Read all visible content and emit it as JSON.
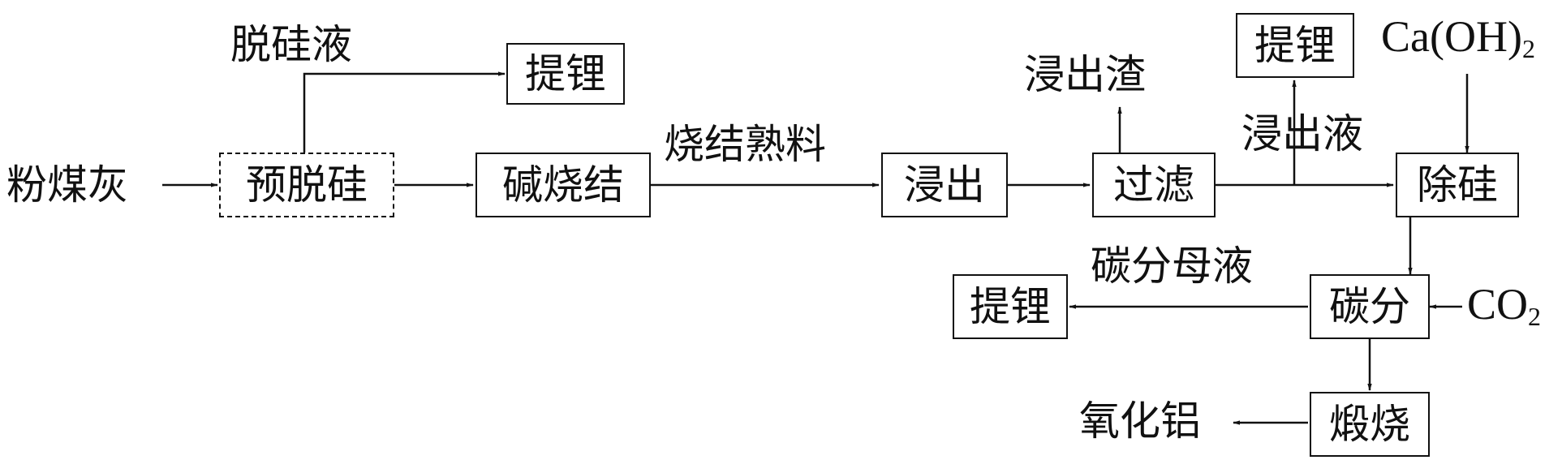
{
  "nodes": {
    "yutuogui": "预脱硅",
    "tili_top": "提锂",
    "jianshaojie": "碱烧结",
    "jinchu": "浸出",
    "guolv": "过滤",
    "tili_right": "提锂",
    "chugui": "除硅",
    "tanfen": "碳分",
    "tili_mid": "提锂",
    "duanshao": "煅烧"
  },
  "labels": {
    "fenmeihui": "粉煤灰",
    "tuoguiye": "脱硅液",
    "shaojieshuliao": "烧结熟料",
    "jinchuzha": "浸出渣",
    "jinchuye": "浸出液",
    "tanfenmuye": "碳分母液",
    "yanghualv": "氧化铝"
  },
  "chem": {
    "caoh2_main": "Ca(OH)",
    "caoh2_sub": "2",
    "co2_main": "CO",
    "co2_sub": "2"
  }
}
